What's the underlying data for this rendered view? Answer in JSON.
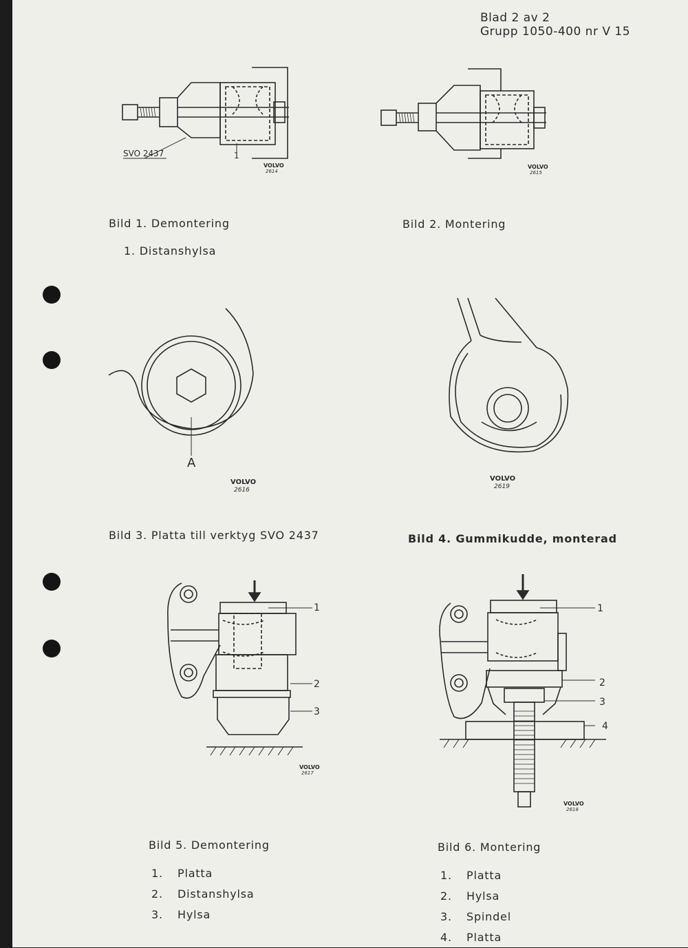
{
  "header": {
    "line1": "Blad 2 av 2",
    "line2": "Grupp 1050-400 nr V 15"
  },
  "figures": {
    "fig1": {
      "caption": "Bild 1. Demontering",
      "tool_label": "SVO 2437",
      "callout": "1",
      "brand": "VOLVO",
      "number": "2614",
      "items": [
        "1. Distanshylsa"
      ]
    },
    "fig2": {
      "caption": "Bild 2. Montering",
      "brand": "VOLVO",
      "number": "2615"
    },
    "fig3": {
      "caption": "Bild 3. Platta till verktyg SVO 2437",
      "callout": "A",
      "brand": "VOLVO",
      "number": "2616"
    },
    "fig4": {
      "caption": "Bild 4. Gummikudde, monterad",
      "brand": "VOLVO",
      "number": "2619"
    },
    "fig5": {
      "caption": "Bild 5. Demontering",
      "brand": "VOLVO",
      "number": "2617",
      "callouts": [
        "1",
        "2",
        "3"
      ],
      "items": [
        {
          "n": "1.",
          "t": "Platta"
        },
        {
          "n": "2.",
          "t": "Distanshylsa"
        },
        {
          "n": "3.",
          "t": "Hylsa"
        }
      ]
    },
    "fig6": {
      "caption": "Bild 6. Montering",
      "brand": "VOLVO",
      "number": "2618",
      "callouts": [
        "1",
        "2",
        "3",
        "4"
      ],
      "items": [
        {
          "n": "1.",
          "t": "Platta"
        },
        {
          "n": "2.",
          "t": "Hylsa"
        },
        {
          "n": "3.",
          "t": "Spindel"
        },
        {
          "n": "4.",
          "t": "Platta"
        }
      ]
    }
  }
}
